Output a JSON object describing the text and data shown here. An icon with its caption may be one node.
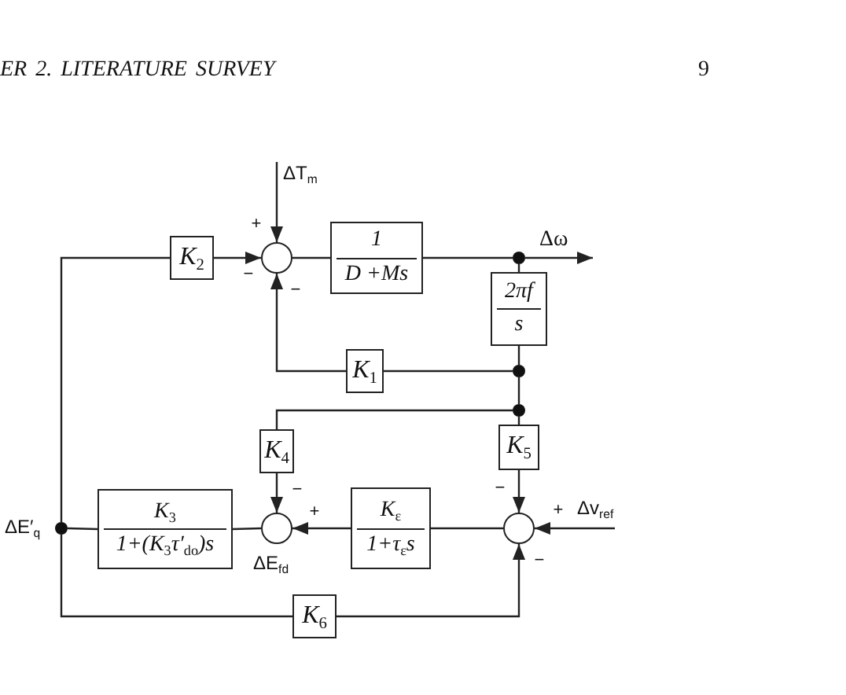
{
  "diagram": {
    "nodes": [
      {
        "text": [
          "K$_{2}$"
        ]
      },
      {
        "text": [],
        "shape": "circle",
        "beside": [
          "+",
          "−",
          "−"
        ]
      },
      {
        "text": [
          "1",
          "D +Ms"
        ]
      },
      {
        "text": [],
        "shape": "dot"
      },
      {
        "text": [
          "2πf",
          "s"
        ]
      },
      {
        "text": [
          "K$_{1}$"
        ]
      },
      {
        "text": [],
        "shape": "dot"
      },
      {
        "text": [],
        "shape": "dot"
      },
      {
        "text": [
          "K$_{4}$"
        ]
      },
      {
        "text": [
          "K$_{5}$"
        ]
      },
      {
        "text": [],
        "shape": "dot",
        "beside": [
          "ΔE′$_{q}$"
        ]
      },
      {
        "text": [
          "K$_{3}$",
          "1+(K$_{3}$τ′$_{do}$)s"
        ]
      },
      {
        "text": [],
        "shape": "circle",
        "beside": [
          "−",
          "+",
          "ΔE$_{fd}$"
        ]
      },
      {
        "text": [
          "K$_{ε}$",
          "1+τ$_{ε}$s"
        ]
      },
      {
        "text": [],
        "shape": "circle",
        "beside": [
          "−",
          "+",
          "−"
        ]
      },
      {
        "text": [
          "K$_{6}$"
        ]
      }
    ],
    "edges": [
      {
        "from": null,
        "to": 1,
        "arrow": "to",
        "label": "ΔT$_{m}$"
      },
      {
        "from": 10,
        "to": 0,
        "arrow": "none"
      },
      {
        "from": 0,
        "to": 1,
        "arrow": "to"
      },
      {
        "from": 1,
        "to": 2,
        "arrow": "none"
      },
      {
        "from": 2,
        "to": 3,
        "arrow": "none"
      },
      {
        "from": 3,
        "to": null,
        "arrow": "to",
        "label": "Δω"
      },
      {
        "from": 3,
        "to": 4,
        "arrow": "none"
      },
      {
        "from": 4,
        "to": 6,
        "arrow": "none"
      },
      {
        "from": 6,
        "to": 5,
        "arrow": "none"
      },
      {
        "from": 5,
        "to": 1,
        "arrow": "to"
      },
      {
        "from": 6,
        "to": 7,
        "arrow": "none"
      },
      {
        "from": 7,
        "to": 8,
        "arrow": "none"
      },
      {
        "from": 7,
        "to": 9,
        "arrow": "none"
      },
      {
        "from": 8,
        "to": 12,
        "arrow": "to"
      },
      {
        "from": 9,
        "to": 14,
        "arrow": "to"
      },
      {
        "from": null,
        "to": 14,
        "arrow": "to",
        "label": "Δv$_{ref}$"
      },
      {
        "from": 14,
        "to": 13,
        "arrow": "none"
      },
      {
        "from": 13,
        "to": 12,
        "arrow": "to"
      },
      {
        "from": 12,
        "to": 11,
        "arrow": "none"
      },
      {
        "from": 11,
        "to": 10,
        "arrow": "none"
      },
      {
        "from": 10,
        "to": 15,
        "arrow": "none"
      },
      {
        "from": 15,
        "to": 14,
        "arrow": "to"
      }
    ],
    "labels": [
      "ER 2. LITERATURE SURVEY",
      "9"
    ]
  }
}
